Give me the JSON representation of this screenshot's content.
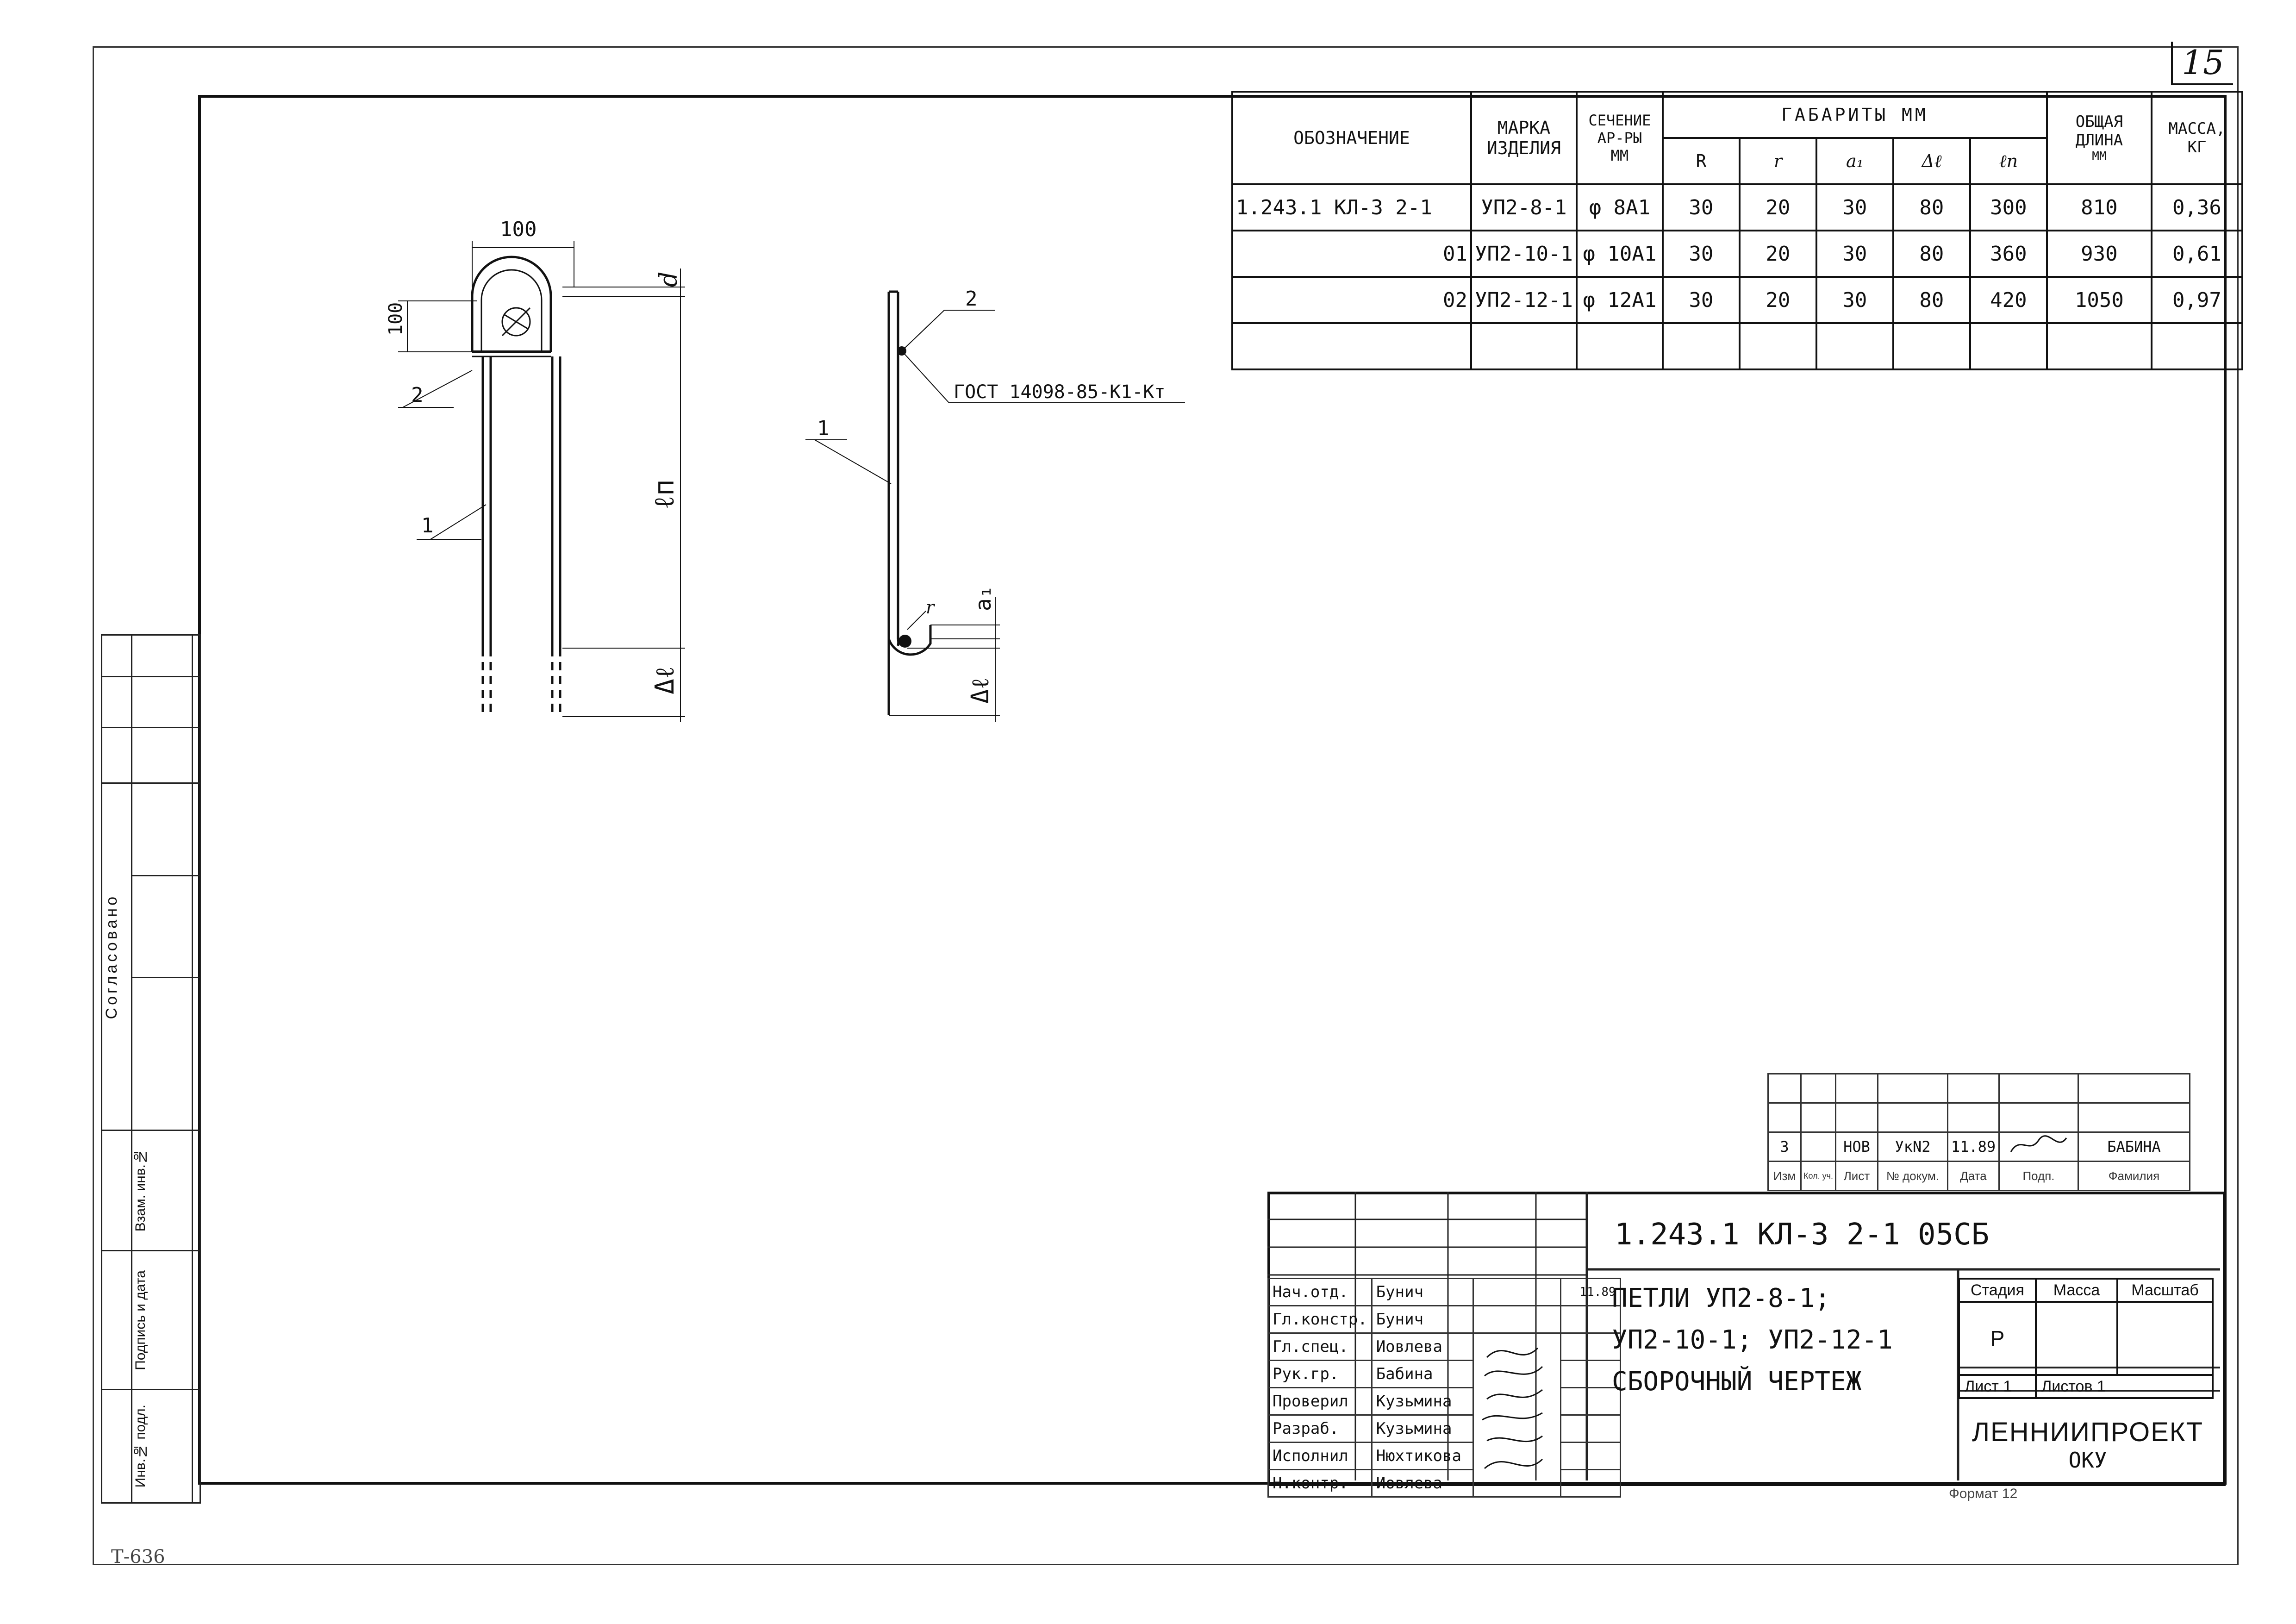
{
  "sheet_number": "15",
  "spec_table": {
    "headers": {
      "designation": "ОБОЗНАЧЕНИЕ",
      "mark_1": "МАРКА",
      "mark_2": "ИЗДЕЛИЯ",
      "section_1": "СЕЧЕНИЕ",
      "section_2": "АР-РЫ",
      "section_3": "ММ",
      "dims": "ГАБАРИТЫ ММ",
      "total_len_1": "ОБЩАЯ",
      "total_len_2": "ДЛИНА",
      "total_len_3": "ММ",
      "mass_1": "МАССА,",
      "mass_2": "КГ",
      "R": "R",
      "r": "r",
      "a1": "a₁",
      "dl": "Δℓ",
      "ln": "ℓп"
    },
    "rows": [
      {
        "designation": "1.243.1 КЛ-3 2-1",
        "mark": "УП2-8-1",
        "section": "φ 8А1",
        "R": "30",
        "r": "20",
        "a1": "30",
        "dl": "80",
        "ln": "300",
        "total": "810",
        "mass": "0,36"
      },
      {
        "designation": "01",
        "mark": "УП2-10-1",
        "section": "φ 10А1",
        "R": "30",
        "r": "20",
        "a1": "30",
        "dl": "80",
        "ln": "360",
        "total": "930",
        "mass": "0,61"
      },
      {
        "designation": "02",
        "mark": "УП2-12-1",
        "section": "φ 12А1",
        "R": "30",
        "r": "20",
        "a1": "30",
        "dl": "80",
        "ln": "420",
        "total": "1050",
        "mass": "0,97"
      }
    ]
  },
  "drawing": {
    "dim_100_top": "100",
    "dim_100_side": "100",
    "dim_d": "d",
    "dim_ln": "ℓп",
    "dim_dl": "Δℓ",
    "dim_a1": "a₁",
    "dim_r": "r",
    "pos_1": "1",
    "pos_2": "2",
    "gost": "ГОСТ 14098-85-К1-Кт"
  },
  "left_stamp": {
    "agreed": "Согласовано",
    "inv_replace": "Взам. инв.№",
    "signature_date": "Подпись и дата",
    "inv_orig": "Инв.№ подл."
  },
  "revision": {
    "values": {
      "change": "3",
      "qty": "",
      "sheet": "НОВ",
      "doc": "УкN2",
      "date": "11.89",
      "sign": "",
      "name": "БАБИНА"
    },
    "labels": {
      "change": "Изм",
      "qty": "Кол. уч.",
      "sheet": "Лист",
      "doc": "№ докум.",
      "date": "Дата",
      "sign": "Подп.",
      "name": "Фамилия"
    }
  },
  "title_block": {
    "code": "1.243.1 КЛ-3 2-1 05СБ",
    "title_line1": "ПЕТЛИ УП2-8-1;",
    "title_line2": "УП2-10-1; УП2-12-1",
    "title_line3": "СБОРОЧНЫЙ ЧЕРТЕЖ",
    "stage_label": "Стадия",
    "mass_label": "Масса",
    "scale_label": "Масштаб",
    "stage_value": "Р",
    "sheet_label": "Лист",
    "sheet_value": "1",
    "sheets_label": "Листов",
    "sheets_value": "1",
    "org": "ЛЕННИИПРОЕКТ",
    "dept": "ОКУ",
    "format": "Формат 12",
    "signers": [
      {
        "role": "Нач.отд.",
        "name": "Бунич",
        "date": "11.89"
      },
      {
        "role": "Гл.констр.",
        "name": "Бунич",
        "date": ""
      },
      {
        "role": "Гл.спец.",
        "name": "Иовлева",
        "date": ""
      },
      {
        "role": "Рук.гр.",
        "name": "Бабина",
        "date": ""
      },
      {
        "role": "Проверил",
        "name": "Кузьмина",
        "date": ""
      },
      {
        "role": "Разраб.",
        "name": "Кузьмина",
        "date": ""
      },
      {
        "role": "Исполнил",
        "name": "Нюхтикова",
        "date": ""
      },
      {
        "role": "Н.контр.",
        "name": "Иовлева",
        "date": ""
      }
    ]
  },
  "stamp_number": "Т-636"
}
